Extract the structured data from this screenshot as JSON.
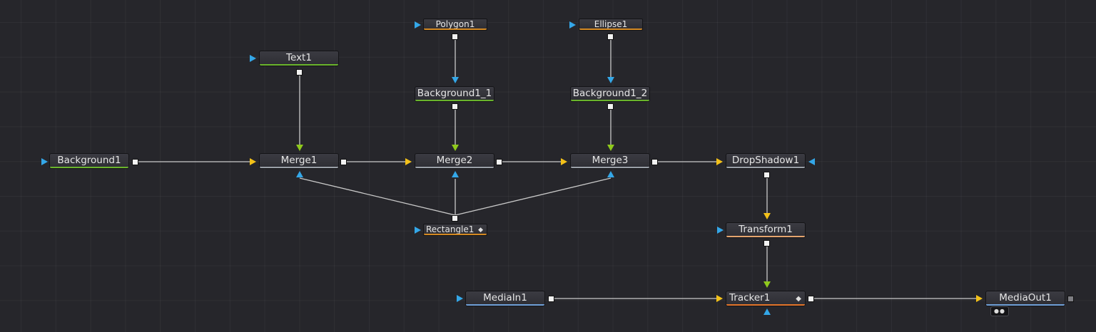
{
  "colors": {
    "background": "#26262b",
    "wire": "#c9c9c9",
    "input_blue": "#34a7e8",
    "input_yellow": "#f3c119",
    "input_green": "#8fc91c",
    "bar_green": "#6ab42c",
    "bar_orange": "#d58a22",
    "bar_grey": "#9aa0a8",
    "bar_peach": "#e4a46e",
    "bar_tracker": "#e2742a",
    "bar_blue": "#6fa0d8"
  },
  "nodes": {
    "background1": "Background1",
    "text1": "Text1",
    "polygon1": "Polygon1",
    "background1_1": "Background1_1",
    "ellipse1": "Ellipse1",
    "background1_2": "Background1_2",
    "merge1": "Merge1",
    "merge2": "Merge2",
    "merge3": "Merge3",
    "dropshadow1": "DropShadow1",
    "rectangle1": "Rectangle1",
    "transform1": "Transform1",
    "mediain1": "MediaIn1",
    "tracker1": "Tracker1",
    "mediaout1": "MediaOut1"
  },
  "icons": {
    "keyframe": "keyframe-diamond-icon",
    "view_indicator": "view-indicator-icon"
  },
  "glyphs": {
    "keyframe": "◆",
    "view_dots": "●●"
  }
}
